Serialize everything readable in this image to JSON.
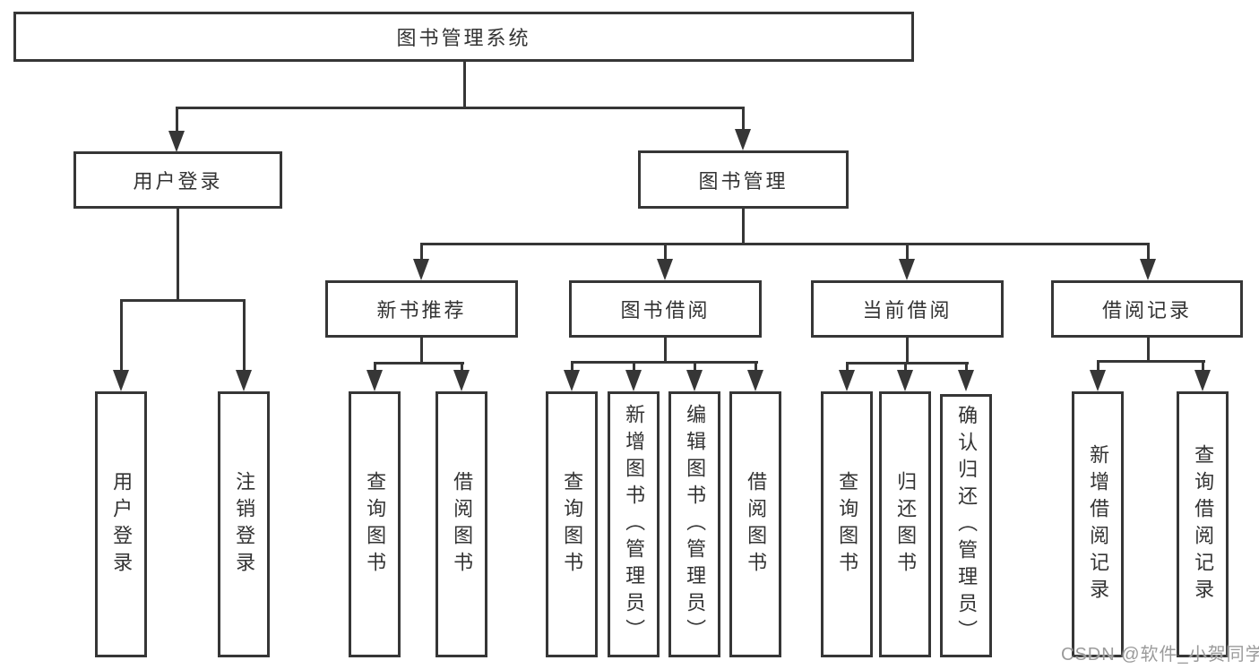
{
  "colors": {
    "line": "#363636",
    "text": "#333333",
    "watermark": "#9b9b9b",
    "background": "#ffffff"
  },
  "watermark": "CSDN @软件_小贺同学",
  "tree": {
    "label": "图书管理系统",
    "children": [
      {
        "label": "用户登录",
        "children": [
          {
            "label": "用户登录"
          },
          {
            "label": "注销登录"
          }
        ]
      },
      {
        "label": "图书管理",
        "children": [
          {
            "label": "新书推荐",
            "children": [
              {
                "label": "查询图书"
              },
              {
                "label": "借阅图书"
              }
            ]
          },
          {
            "label": "图书借阅",
            "children": [
              {
                "label": "查询图书"
              },
              {
                "label": "新增图书（管理员）"
              },
              {
                "label": "编辑图书（管理员）"
              },
              {
                "label": "借阅图书"
              }
            ]
          },
          {
            "label": "当前借阅",
            "children": [
              {
                "label": "查询图书"
              },
              {
                "label": "归还图书"
              },
              {
                "label": "确认归还（管理员）"
              }
            ]
          },
          {
            "label": "借阅记录",
            "children": [
              {
                "label": "新增借阅记录"
              },
              {
                "label": "查询借阅记录"
              }
            ]
          }
        ]
      }
    ]
  }
}
